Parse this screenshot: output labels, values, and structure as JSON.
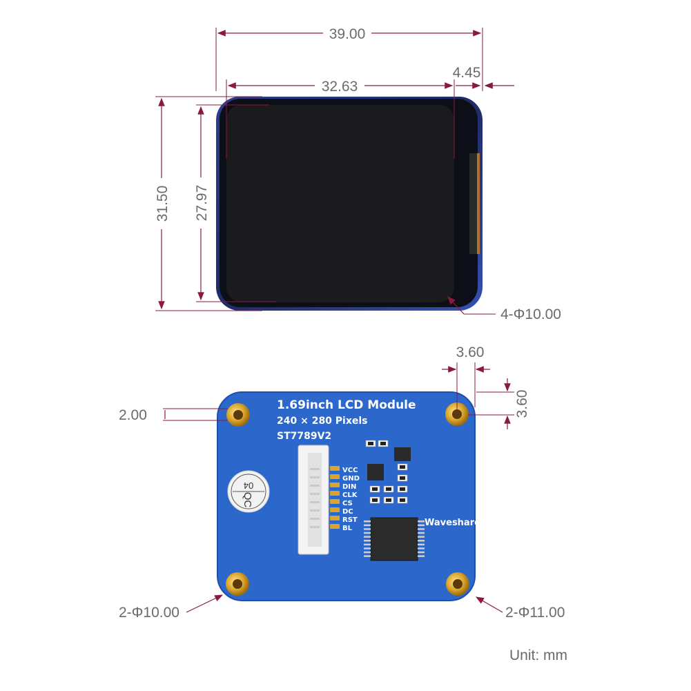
{
  "front_view": {
    "dims": {
      "overall_width": "39.00",
      "screen_width": "32.63",
      "side_offset": "4.45",
      "overall_height": "31.50",
      "screen_height": "27.97",
      "corner_radius": "4-Φ10.00"
    }
  },
  "back_view": {
    "silkscreen": {
      "title": "1.69inch LCD Module",
      "resolution": "240 × 280 Pixels",
      "driver": "ST7789V2",
      "brand": "Waveshare",
      "qc_sticker": "QC",
      "qc_number": "04"
    },
    "pins": [
      "VCC",
      "GND",
      "DIN",
      "CLK",
      "CS",
      "DC",
      "RST",
      "BL"
    ],
    "dims": {
      "hole_offset_x": "3.60",
      "hole_offset_y": "3.60",
      "top_edge": "2.00",
      "hole_dia_left": "2-Φ10.00",
      "hole_dia_right": "2-Φ11.00"
    }
  },
  "unit_label": "Unit: mm",
  "colors": {
    "dimension_line": "#8b1a3d",
    "board_blue": "#2a64c8",
    "screen_black": "#1a1a1a",
    "gold": "#d9a52a"
  }
}
